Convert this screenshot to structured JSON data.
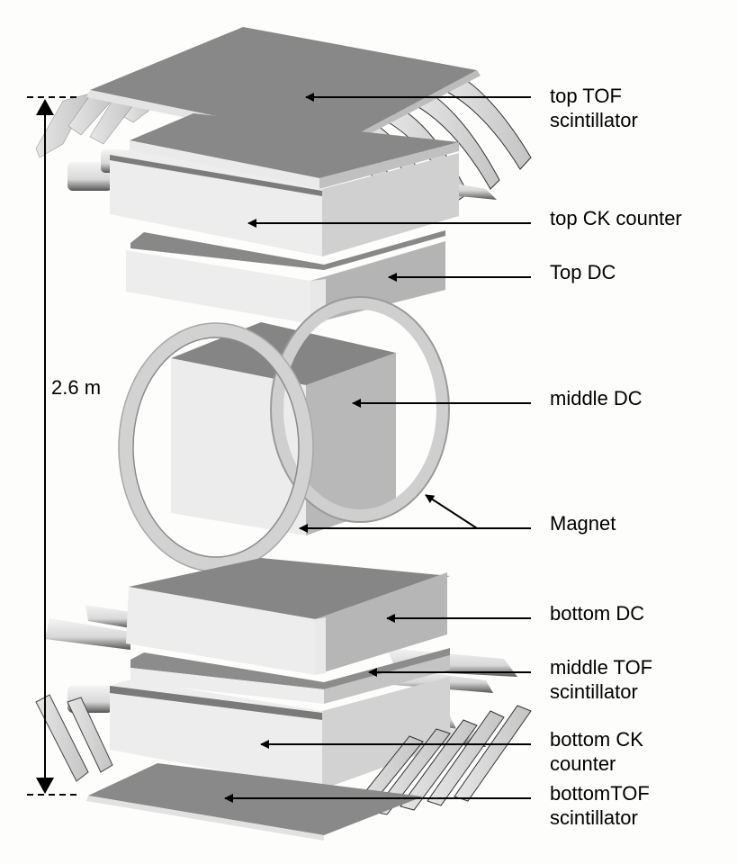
{
  "diagram": {
    "subject": "Detector stack (exploded 3D view)",
    "dimension": {
      "label": "2.6 m"
    },
    "labels": [
      {
        "id": "top-tof",
        "lines": [
          "top TOF",
          "scintillator"
        ]
      },
      {
        "id": "top-ck",
        "lines": [
          "top CK counter"
        ]
      },
      {
        "id": "top-dc",
        "lines": [
          "Top DC"
        ]
      },
      {
        "id": "middle-dc",
        "lines": [
          "middle DC"
        ]
      },
      {
        "id": "magnet",
        "lines": [
          "Magnet"
        ]
      },
      {
        "id": "bottom-dc",
        "lines": [
          "bottom DC"
        ]
      },
      {
        "id": "middle-tof",
        "lines": [
          "middle TOF",
          "scintillator"
        ]
      },
      {
        "id": "bottom-ck",
        "lines": [
          "bottom CK",
          "counter"
        ]
      },
      {
        "id": "bottom-tof",
        "lines": [
          "bottomTOF",
          "scintillator"
        ]
      }
    ],
    "colors": {
      "background": "#fdfdfc",
      "dark_face": "#8a8a8a",
      "mid_face": "#b4b4b4",
      "light_face": "#ececec",
      "edge": "#d6d6d6",
      "ink": "#000000"
    }
  }
}
